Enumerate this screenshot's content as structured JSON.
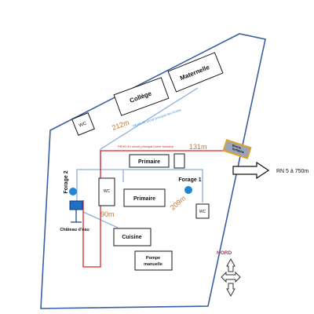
{
  "buildings": {
    "maternelle": "Maternelle",
    "college": "Collège",
    "wc_top": "WC",
    "primaire_1": "Primaire",
    "primaire_2": "Primaire",
    "wc_mid": "WC",
    "wc_right": "WC",
    "cuisine": "Cuisine",
    "pompe_line1": "Pompe",
    "pompe_line2": "manuelle",
    "borne_line1": "Borne",
    "borne_line2": "fontaine",
    "chateau": "Château d'eau"
  },
  "pipes": {
    "red_label": "PEHD 40 circuit principal borne fontaine",
    "blue_label": "PEHD 40 circuit principal des écoles"
  },
  "distances": {
    "d212": "212m",
    "d131": "131m",
    "d209": "209m",
    "d90": "90m"
  },
  "wells": {
    "forage1": "Forage 1",
    "forage2": "Forage 2"
  },
  "arrow_label": "RN 5 à 750m",
  "north_label": "NORD",
  "colors": {
    "boundary": "#3b5fa0",
    "red_pipe": "#d9262c",
    "blue_pipe": "#8fb1d8",
    "well": "#1f87d6",
    "borne_fill": "#9aa6b8",
    "borne_border": "#e0a12a",
    "distance": "#c8762e",
    "north": "#9a3a5c"
  }
}
